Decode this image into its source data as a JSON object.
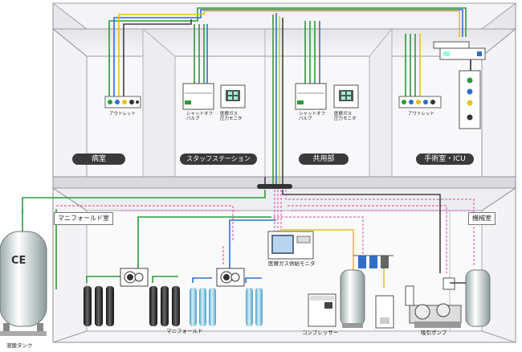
{
  "rooms": {
    "ward": "病室",
    "staff_station": "スタッフステーション",
    "common_area": "共用部",
    "or_icu": "手術室・ICU",
    "manifold_room": "マニフォールド室",
    "machine_room": "機械室"
  },
  "labels": {
    "outlet_1": "アウトレット",
    "outlet_2": "アウトレット",
    "shutoff_valve_1": "シャットオフ\nバルブ",
    "pressure_monitor_1": "医療ガス\n圧力モニタ",
    "shutoff_valve_2": "シャットオフ\nバルブ",
    "pressure_monitor_2": "医療ガス\n圧力モニタ",
    "supply_monitor": "医療ガス供給モニタ",
    "manifold": "マニフォールド",
    "compressor": "コンプレッサー",
    "suction_pump": "吸引ポンプ",
    "ce_tank": "液酸タンク",
    "ce_text": "CE"
  },
  "colors": {
    "oxygen": "#2e9a3a",
    "nitrous": "#2f6fc8",
    "air": "#e6c21c",
    "vacuum": "#404040",
    "signal": "#e0459a",
    "building_fill": "#ececee",
    "building_line": "#8e8e98"
  }
}
